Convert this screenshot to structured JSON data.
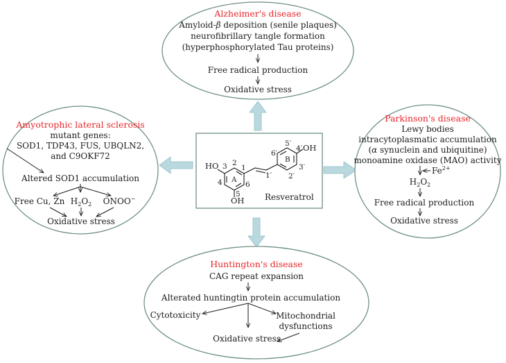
{
  "alzheimers": {
    "title": "Alzheimer's disease",
    "line1_pre": "Amyloid-",
    "line1_beta": "β",
    "line1_post": " deposition (senile plaques)",
    "line2": "neurofibrillary tangle formation",
    "line3": "(hyperphosphorylated Tau proteins)",
    "line4": "Free radical production",
    "line5": "Oxidative stress"
  },
  "als": {
    "title": "Amyotrophic lateral sclerosis",
    "line1": "mutant genes:",
    "line2": "SOD1, TDP43, FUS, UBQLN2,",
    "line3": "and C9OKF72",
    "line4": "Altered SOD1 accumulation",
    "free_cu": "Free Cu, Zn",
    "h2o2_h": "H",
    "h2o2_2a": "2",
    "h2o2_o": "O",
    "h2o2_2b": "2",
    "onoo": "ONOO",
    "onoo_sup": "−",
    "oxidative": "Oxidative stress"
  },
  "parkinsons": {
    "title": "Parkinson's disease",
    "line1": "Lewy bodies",
    "line2": "intracytoplasmatic accumulation",
    "line3_pre": "(",
    "line3_alpha": "α",
    "line3_post": " synuclein and ubiquitine)",
    "line4": "monoamine oxidase (MAO) activity",
    "fe": "Fe",
    "fe_sup": "2+",
    "h2o2_h": "H",
    "h2o2_2a": "2",
    "h2o2_o": "O",
    "h2o2_2b": "2",
    "line6": "Free radical production",
    "line7": "Oxidative stress"
  },
  "huntingtons": {
    "title": "Huntington's disease",
    "line1": "CAG repeat expansion",
    "line2": "Alterated huntingtin protein accumulation",
    "cytotoxicity": "Cytotoxicity",
    "mito1": "Mitochondrial",
    "mito2": "dysfunctions",
    "oxidative": "Oxidative stress"
  },
  "resveratrol": {
    "name": "Resveratrol",
    "ho": "HO",
    "oh_top": "OH",
    "oh_bottom": "OH",
    "ring_a": "A",
    "ring_b": "B",
    "n3": "3",
    "n2": "2",
    "n1": "1",
    "n4": "4",
    "n5": "5",
    "n6": "6",
    "n1p": "1′",
    "n2p": "2′",
    "n3p": "3′",
    "n4p": "4′",
    "n5p": "5′",
    "n6p": "6′"
  },
  "colors": {
    "title_red": "#e8262a",
    "ellipse_stroke": "#6f8f86",
    "arrow_fill": "#b9d9df"
  }
}
